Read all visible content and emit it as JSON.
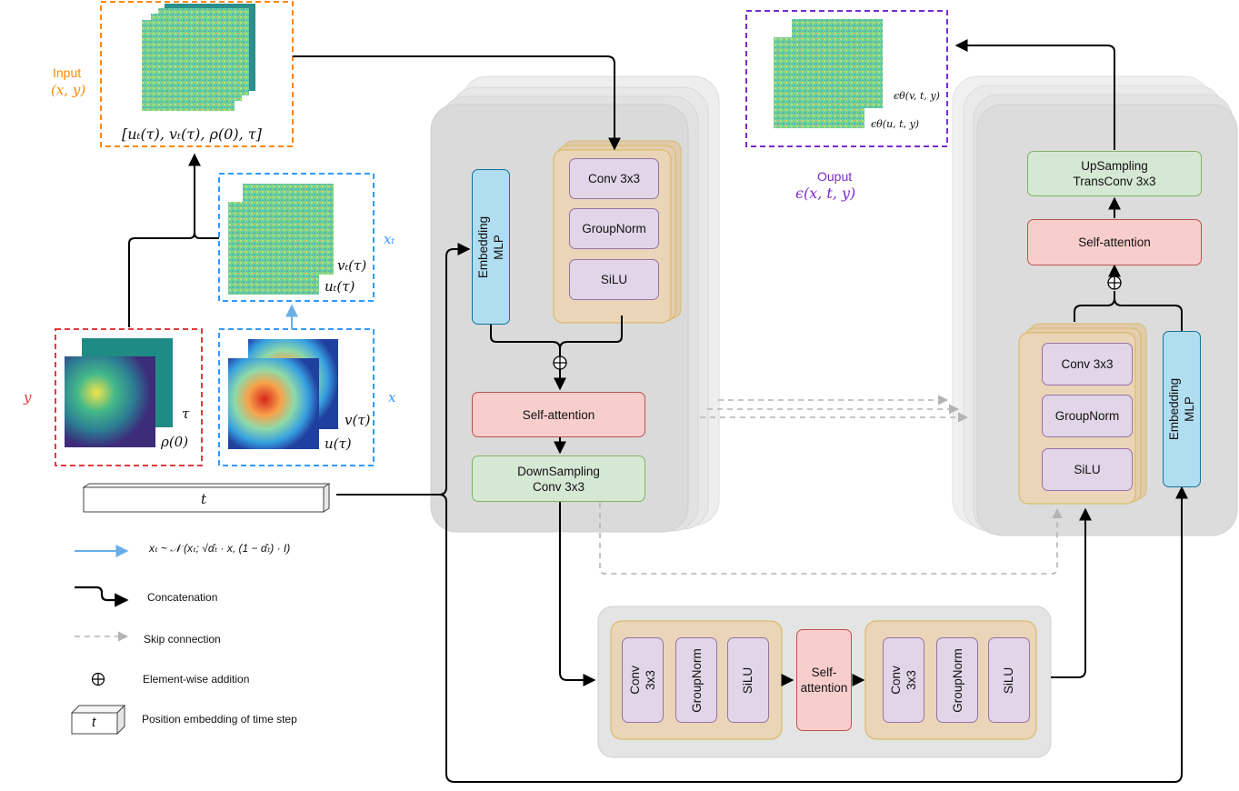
{
  "colors": {
    "orange": "#ff8800",
    "blue_dash": "#3399ff",
    "red_dash": "#e03c3c",
    "purple_dash": "#7a2bcf",
    "ipn_blue": "#1b8ce3"
  },
  "input": {
    "title": "Input",
    "subtitle": "(x, y)",
    "vector": "[uₜ(τ), vₜ(τ), ρ(0), τ]"
  },
  "xt_panel": {
    "side_label": "xₜ",
    "v_label": "vₜ(τ)",
    "u_label": "uₜ(τ)"
  },
  "x_panel": {
    "side_label": "x",
    "v_label": "v(τ)",
    "u_label": "u(τ)"
  },
  "y_panel": {
    "side_label": "y",
    "tau_label": "τ",
    "rho_label": "ρ(0)"
  },
  "time_bar": {
    "label": "t"
  },
  "output": {
    "title": "Ouput",
    "subtitle": "ϵ(x, t, y)",
    "eps_v": "ϵθ(v, t, y)",
    "eps_u": "ϵθ(u, t, y)"
  },
  "down_block": {
    "embedding": "Embedding MLP",
    "conv": "Conv 3x3",
    "groupnorm": "GroupNorm",
    "silu": "SiLU",
    "attention": "Self-attention",
    "downsampling": "DownSampling\nConv 3x3"
  },
  "up_block": {
    "upsampling": "UpSampling\nTransConv 3x3",
    "attention": "Self-attention",
    "conv": "Conv 3x3",
    "groupnorm": "GroupNorm",
    "silu": "SiLU",
    "embedding": "Embedding MLP"
  },
  "bottleneck": {
    "conv": "Conv\n3x3",
    "groupnorm": "GroupNorm",
    "silu": "SiLU",
    "attention": "Self-\nattention"
  },
  "legend": {
    "noise": "xₜ ~ 𝒩 (xₜ; √α̂ₜ · x, (1 − α̂ₜ) · I)",
    "concat": "Concatenation",
    "skip": "Skip connection",
    "add": "Element-wise addition",
    "add_symbol": "⊕",
    "pos": "Position embedding of time step",
    "pos_t": "t"
  }
}
